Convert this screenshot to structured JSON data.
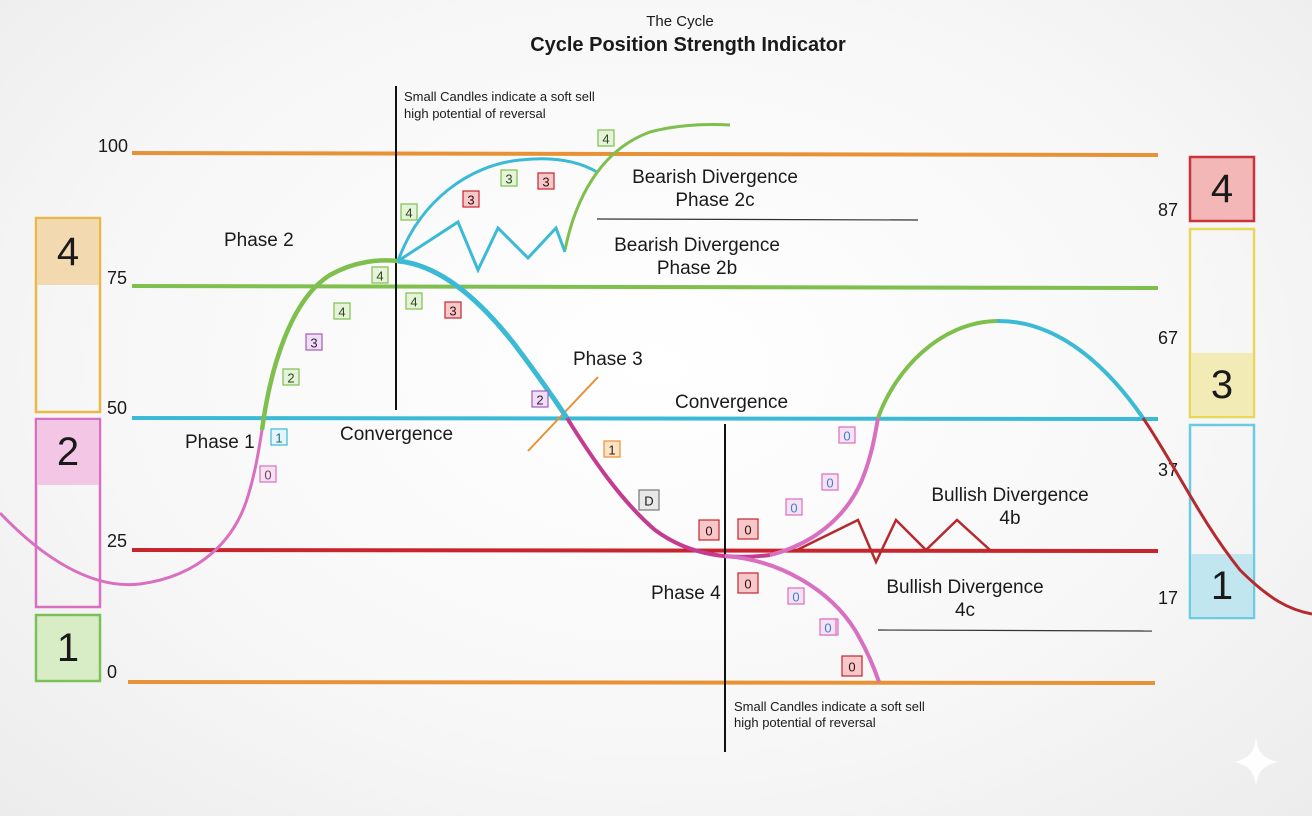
{
  "header": {
    "subtitle": "The Cycle",
    "title": "Cycle Position Strength Indicator"
  },
  "left_axis": {
    "labels": [
      "100",
      "75",
      "50",
      "25",
      "0"
    ]
  },
  "right_axis": {
    "labels": [
      "87",
      "67",
      "37",
      "17"
    ]
  },
  "left_zones": [
    {
      "label": "4",
      "color": "#e8b84a",
      "fill": "#f3d9b0"
    },
    {
      "label": "2",
      "color": "#d96fc0",
      "fill": "#f3c6e6"
    },
    {
      "label": "1",
      "color": "#7cc05a",
      "fill": "#d8edc6"
    }
  ],
  "right_zones": [
    {
      "label": "4",
      "color": "#c9343a",
      "fill": "#f3b7b7"
    },
    {
      "label": "3",
      "color": "#e6d85a",
      "fill": "#f2ebb6"
    },
    {
      "label": "1",
      "color": "#6ccbe0",
      "fill": "#c2e6ef"
    }
  ],
  "lines": {
    "level_100": "#e79235",
    "level_75": "#7fbf4d",
    "level_50": "#3bbad6",
    "level_25": "#c8242d",
    "level_0": "#e79235"
  },
  "annotations": {
    "note_top_line1": "Small Candles indicate a soft sell",
    "note_top_line2": "high potential of reversal",
    "note_bottom_line1": "Small Candles indicate a soft sell",
    "note_bottom_line2": "high potential of reversal",
    "phase1": "Phase 1",
    "phase2": "Phase 2",
    "phase3": "Phase 3",
    "phase4": "Phase 4",
    "convergence_left": "Convergence",
    "convergence_mid": "Convergence",
    "bear_2c_line1": "Bearish Divergence",
    "bear_2c_line2": "Phase 2c",
    "bear_2b_line1": "Bearish Divergence",
    "bear_2b_line2": "Phase 2b",
    "bull_4b_line1": "Bullish Divergence",
    "bull_4b_line2": "4b",
    "bull_4c_line1": "Bullish Divergence",
    "bull_4c_line2": "4c"
  },
  "markers": [
    {
      "label": "0",
      "kind": "pink"
    },
    {
      "label": "1",
      "kind": "blue"
    },
    {
      "label": "2",
      "kind": "green"
    },
    {
      "label": "3",
      "kind": "purple"
    },
    {
      "label": "4",
      "kind": "green"
    },
    {
      "label": "4",
      "kind": "green"
    },
    {
      "label": "4",
      "kind": "green"
    },
    {
      "label": "4",
      "kind": "green"
    },
    {
      "label": "3",
      "kind": "red"
    },
    {
      "label": "3",
      "kind": "green"
    },
    {
      "label": "3",
      "kind": "red"
    },
    {
      "label": "4",
      "kind": "green"
    },
    {
      "label": "3",
      "kind": "red"
    },
    {
      "label": "2",
      "kind": "purple"
    },
    {
      "label": "1",
      "kind": "orange"
    },
    {
      "label": "D",
      "kind": "gray"
    },
    {
      "label": "0",
      "kind": "red"
    },
    {
      "label": "0",
      "kind": "red"
    },
    {
      "label": "0",
      "kind": "red"
    },
    {
      "label": "0",
      "kind": "pinkblue"
    },
    {
      "label": "0",
      "kind": "pinkblue"
    },
    {
      "label": "0",
      "kind": "pinkblue"
    },
    {
      "label": "0",
      "kind": "pinkblue"
    },
    {
      "label": "0",
      "kind": "pinkblue"
    },
    {
      "label": "0",
      "kind": "pinkblue"
    },
    {
      "label": "0",
      "kind": "red"
    }
  ],
  "marker_styles": {
    "pink": {
      "stroke": "#d96fc0",
      "fill": "#f7e2f1",
      "text": "#7a3a6c"
    },
    "blue": {
      "stroke": "#3bbad6",
      "fill": "#e3f5fa",
      "text": "#1d6d80"
    },
    "green": {
      "stroke": "#7fbf4d",
      "fill": "#e6f3da",
      "text": "#2a4a1a"
    },
    "purple": {
      "stroke": "#a35bb8",
      "fill": "#f0def4",
      "text": "#3a1a44"
    },
    "red": {
      "stroke": "#c8242d",
      "fill": "#f5c9ca",
      "text": "#3a0a0c"
    },
    "orange": {
      "stroke": "#e79235",
      "fill": "#fbe3c7",
      "text": "#3a2008"
    },
    "gray": {
      "stroke": "#777777",
      "fill": "#e8e8e8",
      "text": "#1a1a1a"
    },
    "pinkblue": {
      "stroke": "#d96fc0",
      "fill": "#f7e2f1",
      "text": "#3b7fd6"
    }
  }
}
